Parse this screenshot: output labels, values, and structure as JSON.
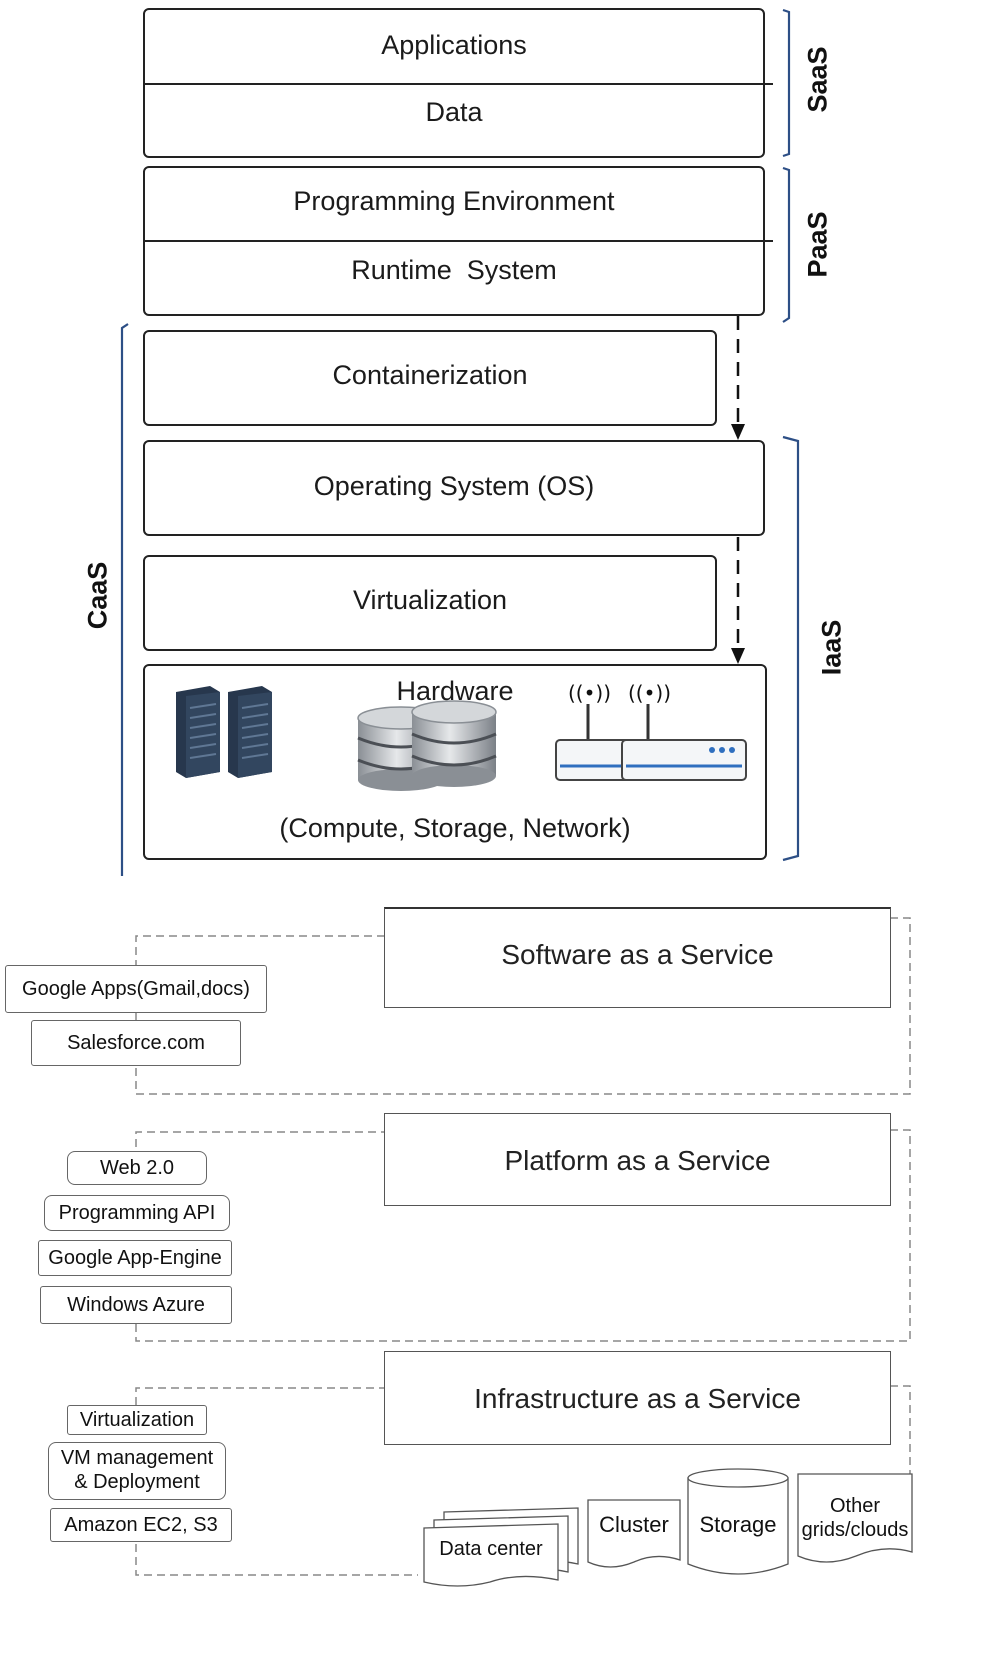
{
  "stack": {
    "applications": "Applications",
    "data": "Data",
    "programming_environment": "Programming Environment",
    "runtime_system": "Runtime  System",
    "containerization": "Containerization",
    "operating_system": "Operating System (OS)",
    "virtualization": "Virtualization",
    "hardware": "Hardware",
    "hardware_caption": "(Compute, Storage, Network)"
  },
  "brackets": {
    "saas": "SaaS",
    "paas": "PaaS",
    "caas": "CaaS",
    "iaas": "IaaS"
  },
  "services": {
    "software": {
      "title": "Software as a Service",
      "examples": [
        "Google Apps(Gmail,docs)",
        "Salesforce.com"
      ]
    },
    "platform": {
      "title": "Platform as a Service",
      "examples": [
        "Web 2.0",
        "Programming API",
        "Google App-Engine",
        "Windows Azure"
      ]
    },
    "infrastructure": {
      "title": "Infrastructure as a Service",
      "examples": [
        "Virtualization",
        "VM management",
        "& Deployment",
        "Amazon EC2, S3"
      ],
      "resources": [
        "Data center",
        "Cluster",
        "Storage",
        "Other",
        "grids/clouds"
      ]
    }
  },
  "icons": [
    "server-rack-icon",
    "database-icon",
    "wireless-router-icon"
  ]
}
